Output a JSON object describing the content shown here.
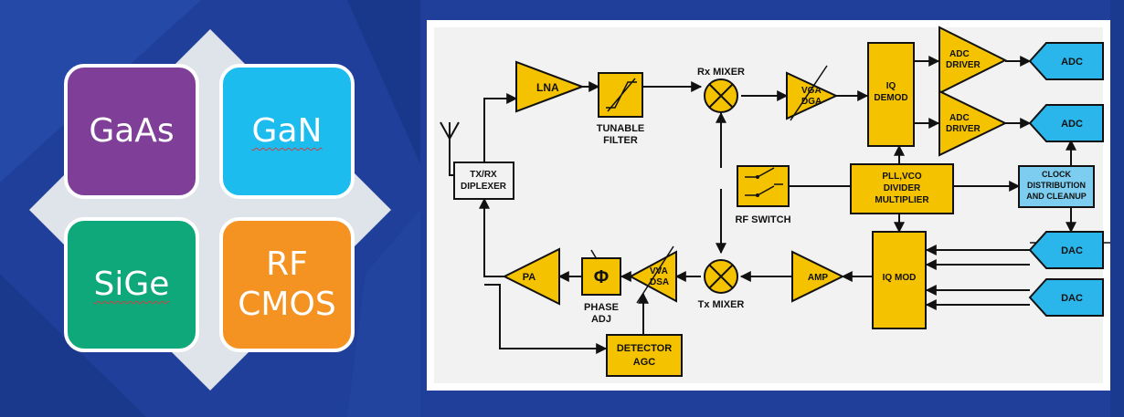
{
  "colors": {
    "background": "#1f3f9a",
    "gaas": "#7f3f98",
    "gan": "#1cbcee",
    "sige": "#0fa87a",
    "rfcmos": "#f59322",
    "block": "#f5c200",
    "dac_adc": "#2ab6ea",
    "clock": "#7ccdf0"
  },
  "tiles": {
    "gaas": "GaAs",
    "gan": "GaN",
    "sige": "SiGe",
    "rfcmos_line1": "RF",
    "rfcmos_line2": "CMOS"
  },
  "diagram": {
    "lna": "LNA",
    "tunable_line1": "TUNABLE",
    "tunable_line2": "FILTER",
    "rx_mixer": "Rx MIXER",
    "vga_line1": "VGA",
    "vga_line2": "DGA",
    "iq_demod_line1": "IQ",
    "iq_demod_line2": "DEMOD",
    "adc_driver_line1": "ADC",
    "adc_driver_line2": "DRIVER",
    "adc": "ADC",
    "diplexer_line1": "TX/RX",
    "diplexer_line2": "DIPLEXER",
    "rf_switch": "RF SWITCH",
    "pll_line1": "PLL,VCO",
    "pll_line2": "DIVIDER",
    "pll_line3": "MULTIPLIER",
    "clock_line1": "CLOCK",
    "clock_line2": "DISTRIBUTION",
    "clock_line3": "AND CLEANUP",
    "dac": "DAC",
    "iq_mod": "IQ MOD",
    "amp": "AMP",
    "tx_mixer": "Tx MIXER",
    "vva_line1": "VVA",
    "vva_line2": "DSA",
    "phase_symbol": "Φ",
    "phase_line1": "PHASE",
    "phase_line2": "ADJ",
    "pa": "PA",
    "detector_line1": "DETECTOR",
    "detector_line2": "AGC"
  }
}
